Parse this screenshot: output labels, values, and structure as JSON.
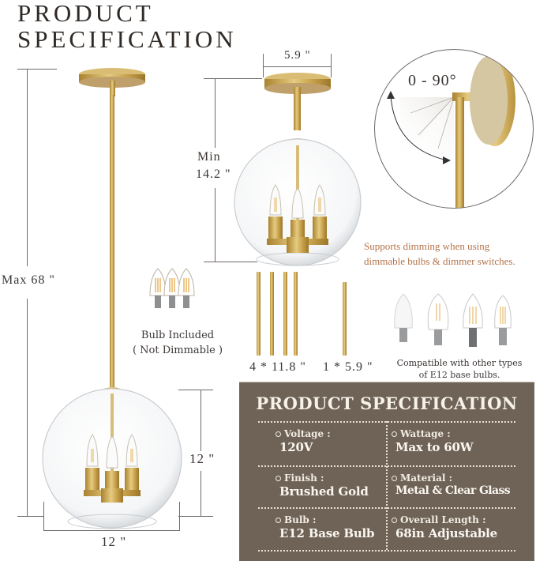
{
  "title": {
    "line1": "PRODUCT",
    "line2": "SPECIFICATION"
  },
  "dimensions": {
    "max_height": "Max 68 \"",
    "min_height_label": "Min",
    "min_height_value": "14.2 \"",
    "canopy_width": "5.9 \"",
    "shade_height": "12 \"",
    "shade_width": "12 \""
  },
  "swivel": {
    "angle_label": "0 - 90°"
  },
  "dimming_note": {
    "line1": "Supports dimming when using",
    "line2": "dimmable bulbs & dimmer switches."
  },
  "bulb_included": {
    "line1": "Bulb Included",
    "line2": "( Not Dimmable )"
  },
  "rods": {
    "long": "4 * 11.8 \"",
    "short": "1 * 5.9 \""
  },
  "compatible": {
    "line1": "Compatible with other types",
    "line2": "of  E12 base bulbs."
  },
  "spec_panel": {
    "title": "PRODUCT SPECIFICATION",
    "items": [
      {
        "label": "Voltage :",
        "value": "120V"
      },
      {
        "label": "Wattage :",
        "value": "Max to 60W"
      },
      {
        "label": "Finish :",
        "value": "Brushed Gold"
      },
      {
        "label": "Material :",
        "value": "Metal & Clear Glass"
      },
      {
        "label": "Bulb :",
        "value": "E12 Base Bulb"
      },
      {
        "label": "Overall Length :",
        "value": "68in Adjustable"
      }
    ]
  },
  "colors": {
    "brass": "#c9a24f",
    "spec_panel_bg": "#6f6358",
    "note_text": "#b5734a",
    "heading_text": "#2f2a26"
  }
}
